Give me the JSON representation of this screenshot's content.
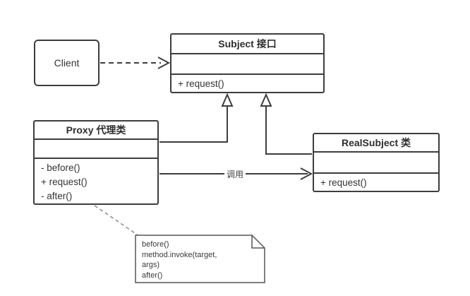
{
  "client": {
    "label": "Client"
  },
  "subject": {
    "title": "Subject 接口",
    "methods": [
      "+ request()"
    ]
  },
  "proxy": {
    "title": "Proxy 代理类",
    "methods": [
      "-  before()",
      "+ request()",
      "-  after()"
    ]
  },
  "real_subject": {
    "title": "RealSubject 类",
    "methods": [
      "+ request()"
    ]
  },
  "relationships": {
    "call_label": "调用"
  },
  "note": {
    "lines": [
      "before()",
      "method.invoke(target,",
      "args)",
      "after()"
    ]
  },
  "colors": {
    "stroke": "#3d3d3d",
    "note_stroke": "#555555",
    "note_connector": "#888888",
    "background": "#ffffff",
    "text": "#333333"
  }
}
